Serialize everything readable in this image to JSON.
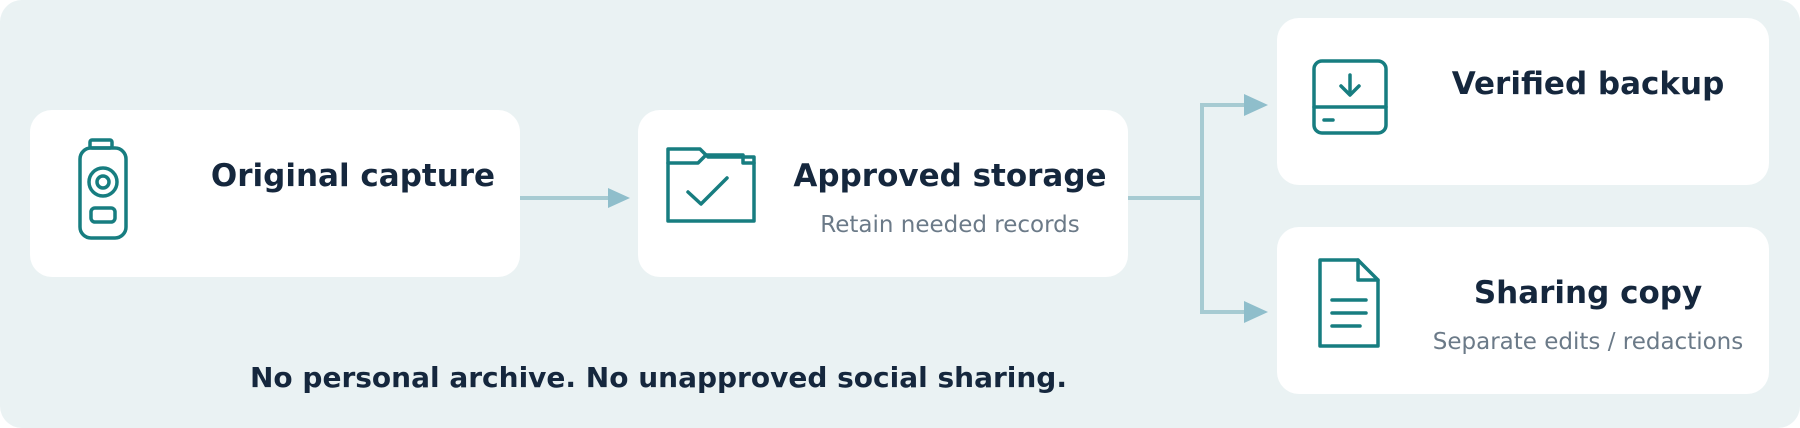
{
  "colors": {
    "panel_background": "#EAF2F3",
    "card_background": "#FFFFFF",
    "icon_teal": "#177D80",
    "connector": "#A7CBD2",
    "title_text": "#15273D",
    "subtitle_text": "#6B7A88"
  },
  "nodes": {
    "original_capture": {
      "title": "Original capture",
      "icon": "body-camera-icon"
    },
    "approved_storage": {
      "title": "Approved storage",
      "subtitle": "Retain needed records",
      "icon": "folder-check-icon"
    },
    "verified_backup": {
      "title": "Verified backup",
      "icon": "backup-drive-icon"
    },
    "sharing_copy": {
      "title": "Sharing copy",
      "subtitle": "Separate edits / redactions",
      "icon": "document-icon"
    }
  },
  "edges": [
    {
      "from": "original_capture",
      "to": "approved_storage"
    },
    {
      "from": "approved_storage",
      "to": "verified_backup"
    },
    {
      "from": "approved_storage",
      "to": "sharing_copy"
    }
  ],
  "footer": {
    "note": "No personal archive. No unapproved social sharing."
  }
}
